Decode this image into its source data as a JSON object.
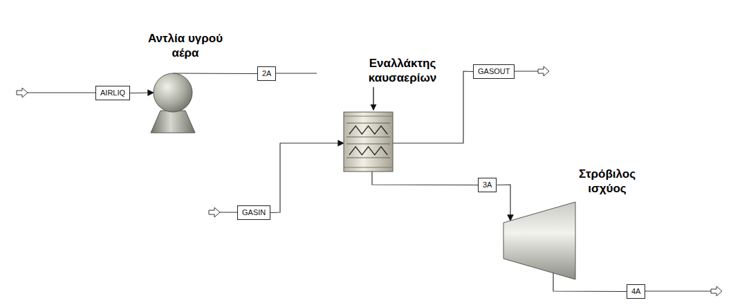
{
  "diagram": {
    "nodes": [
      {
        "text": [
          "Αντλία υγρού αέρα"
        ]
      },
      {
        "text": [
          "AIRLIQ"
        ]
      },
      {
        "text": [
          "2A"
        ]
      },
      {
        "text": [
          "Εναλλάκτης καυσαερίων"
        ]
      },
      {
        "text": [
          "GASOUT"
        ]
      },
      {
        "text": [
          "GASIN"
        ]
      },
      {
        "text": [
          "3A"
        ]
      },
      {
        "text": [
          "Στρόβιλος ισχύος"
        ]
      },
      {
        "text": [
          "4A"
        ]
      }
    ],
    "edges": [
      {
        "from": 1,
        "to": 0,
        "arrow": "to"
      },
      {
        "from": 0,
        "to": 2,
        "arrow": "none"
      },
      {
        "from": 5,
        "to": 3,
        "arrow": "to"
      },
      {
        "from": 3,
        "to": 4,
        "arrow": "none"
      },
      {
        "from": 3,
        "to": 6,
        "arrow": "none"
      },
      {
        "from": 6,
        "to": 7,
        "arrow": "to"
      },
      {
        "from": 7,
        "to": 8,
        "arrow": "none"
      }
    ]
  }
}
